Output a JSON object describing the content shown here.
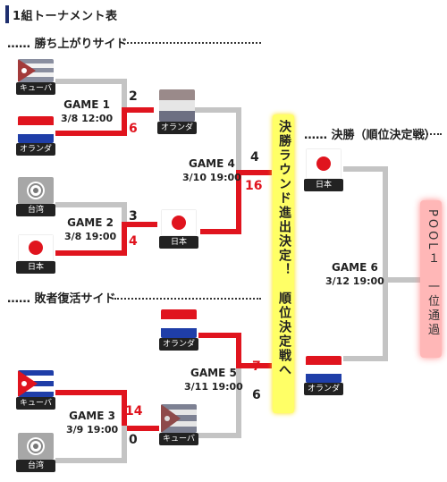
{
  "title": "1組トーナメント表",
  "sections": {
    "winners": "勝ち上がりサイド",
    "losers": "敗者復活サイド",
    "final": "決勝（順位決定戦）"
  },
  "vertical_note": "決勝ラウンド進出決定！　順位決定戦へ",
  "pool_note": "POOL１　一位通過",
  "colors": {
    "winner_line": "#e0141e",
    "loser_line": "#c4c4c4",
    "yellow_box": "#ffff66",
    "pink_box": "#ffb7b7"
  },
  "teams": {
    "cuba": "キューバ",
    "netherlands": "オランダ",
    "taipei": "台湾",
    "japan": "日本"
  },
  "games": [
    {
      "name": "GAME 1",
      "datetime": "3/8  12:00",
      "score_top": "2",
      "score_bottom": "6"
    },
    {
      "name": "GAME 2",
      "datetime": "3/8 19:00",
      "score_top": "3",
      "score_bottom": "4"
    },
    {
      "name": "GAME 3",
      "datetime": "3/9 19:00",
      "score_top": "14",
      "score_bottom": "0"
    },
    {
      "name": "GAME 4",
      "datetime": "3/10 19:00",
      "score_top": "4",
      "score_bottom": "16"
    },
    {
      "name": "GAME 5",
      "datetime": "3/11 19:00",
      "score_top": "7",
      "score_bottom": "6"
    },
    {
      "name": "GAME 6",
      "datetime": "3/12 19:00"
    }
  ]
}
